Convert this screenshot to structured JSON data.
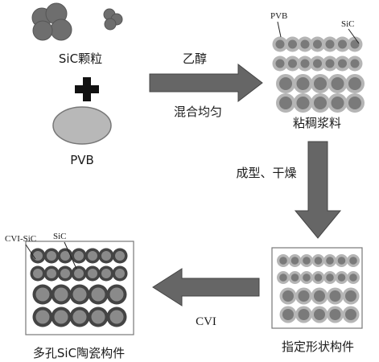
{
  "labels": {
    "sic_particles": "SiC颗粒",
    "pvb": "PVB",
    "ethanol": "乙醇",
    "mix_uniform": "混合均匀",
    "viscous_slurry": "粘稠浆料",
    "forming_drying": "成型、干燥",
    "shaped_part": "指定形状构件",
    "cvi": "CVI",
    "porous_sic_part": "多孔SiC陶瓷构件",
    "slurry_pvb_callout": "PVB",
    "slurry_sic_callout": "SiC",
    "final_cvisic_callout": "CVI-SiC",
    "final_sic_callout": "SiC"
  },
  "colors": {
    "sic_particle": "#6e6e6e",
    "pvb_blob": "#b8b8b8",
    "arrow_fill": "#666666",
    "plus": "#111111",
    "slurry_ring": "#b5b5b5",
    "slurry_core": "#7a7a7a",
    "final_ring": "#444444",
    "final_core": "#8a8a8a"
  },
  "icons": {
    "plus": "plus-icon"
  }
}
